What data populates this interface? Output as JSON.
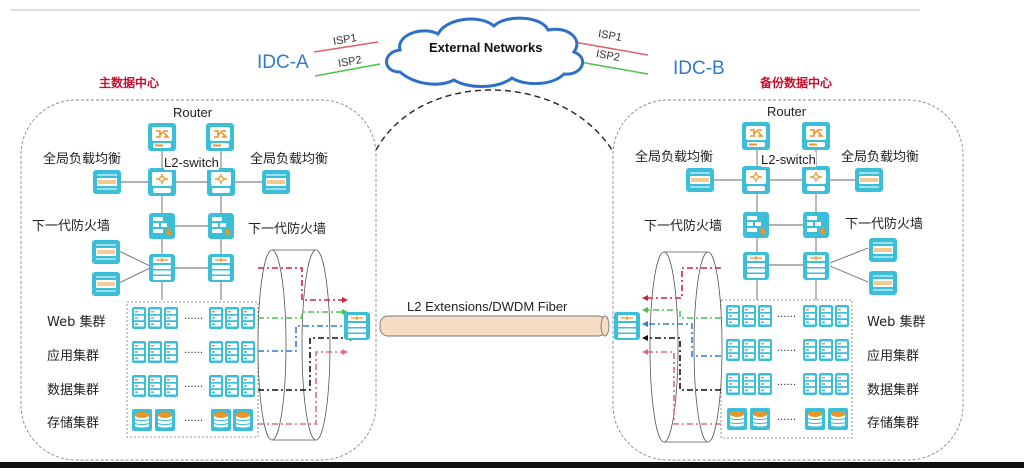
{
  "external": {
    "cloud_label": "External Networks",
    "isp1": "ISP1",
    "isp2": "ISP2"
  },
  "sites": {
    "a": {
      "id_label": "IDC-A",
      "title": "主数据中心",
      "router_label": "Router",
      "switch_label": "L2-switch",
      "lb_label_left": "全局负载均衡",
      "lb_label_right": "全局负载均衡",
      "fw_label_left": "下一代防火墙",
      "fw_label_right": "下一代防火墙",
      "clusters": [
        "Web 集群",
        "应用集群",
        "数据集群",
        "存储集群"
      ]
    },
    "b": {
      "id_label": "IDC-B",
      "title": "备份数据中心",
      "router_label": "Router",
      "switch_label": "L2-switch",
      "lb_label_left": "全局负载均衡",
      "lb_label_right": "全局负载均衡",
      "fw_label_left": "下一代防火墙",
      "fw_label_right": "下一代防火墙",
      "clusters": [
        "Web 集群",
        "应用集群",
        "数据集群",
        "存储集群"
      ]
    }
  },
  "link": {
    "fiber_label": "L2 Extensions/DWDM Fiber"
  },
  "colors": {
    "device": "#3bbfd8",
    "device_accent": "#e8962a",
    "isp1": "#e06060",
    "isp2": "#4cc24c",
    "idc_blue": "#2e7bd0",
    "title_red": "#c8102e",
    "flow_red": "#d8203a",
    "flow_green": "#4cc24c",
    "flow_blue": "#2f7fd0",
    "flow_black": "#111111",
    "flow_pink": "#e06a7a",
    "fiber_fill": "#f6dcc2"
  }
}
